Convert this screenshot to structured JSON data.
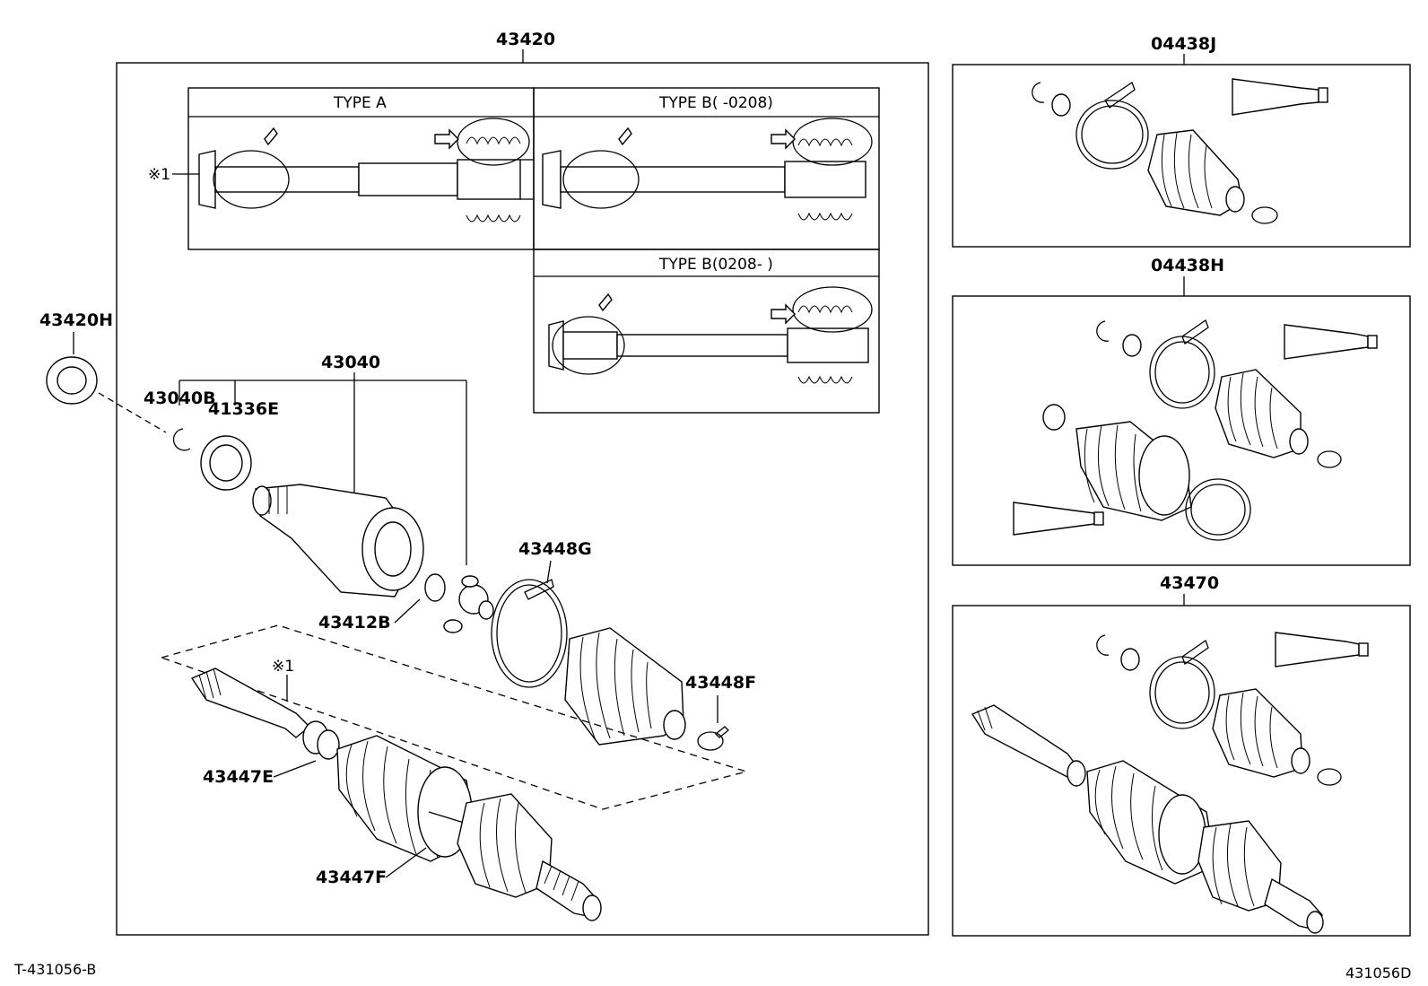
{
  "labels": {
    "main_assembly": "43420",
    "oil_seal": "43420H",
    "inboard_joint": "43040",
    "snap_ring": "43040B",
    "rear_ring": "41336E",
    "tripod_ring": "43412B",
    "boot_clamp_large": "43448G",
    "boot_clamp_small": "43448F",
    "outboard_joint": "43447E",
    "outboard_boot": "43447F",
    "kit_j": "04438J",
    "kit_h": "04438H",
    "kit_43470": "43470"
  },
  "types": {
    "type_a": "TYPE A",
    "type_b_early": "TYPE B( -0208)",
    "type_b_late": "TYPE B(0208- )"
  },
  "markers": {
    "mark1_left": "※1",
    "mark1_shaft": "※1"
  },
  "footer": {
    "left": "T-431056-B",
    "right": "431056D"
  }
}
